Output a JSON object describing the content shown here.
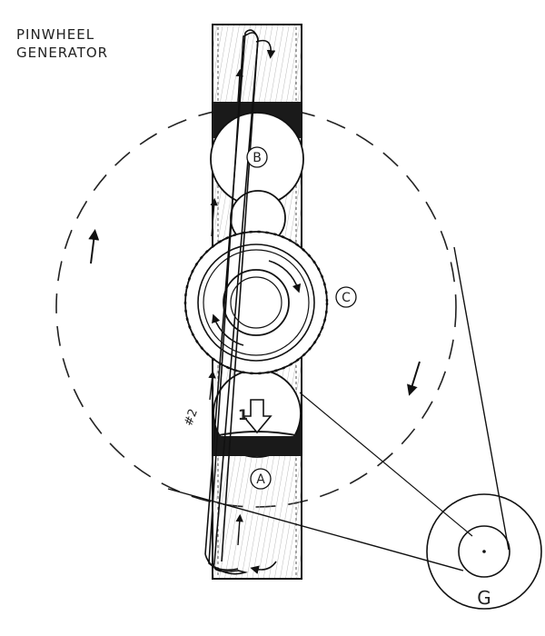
{
  "title": {
    "line1": "PINWHEEL",
    "line2": "GENERATOR"
  },
  "labels": {
    "roller_b": "B",
    "roller_c": "C",
    "roller_a": "A",
    "generator": "G",
    "belt_number": "#2",
    "weight_number": "1"
  },
  "icons": {
    "weight_arrow": "down-arrow-icon",
    "belt_direction": "up-arrow-icon",
    "rotation": "curved-arrow-icon"
  }
}
